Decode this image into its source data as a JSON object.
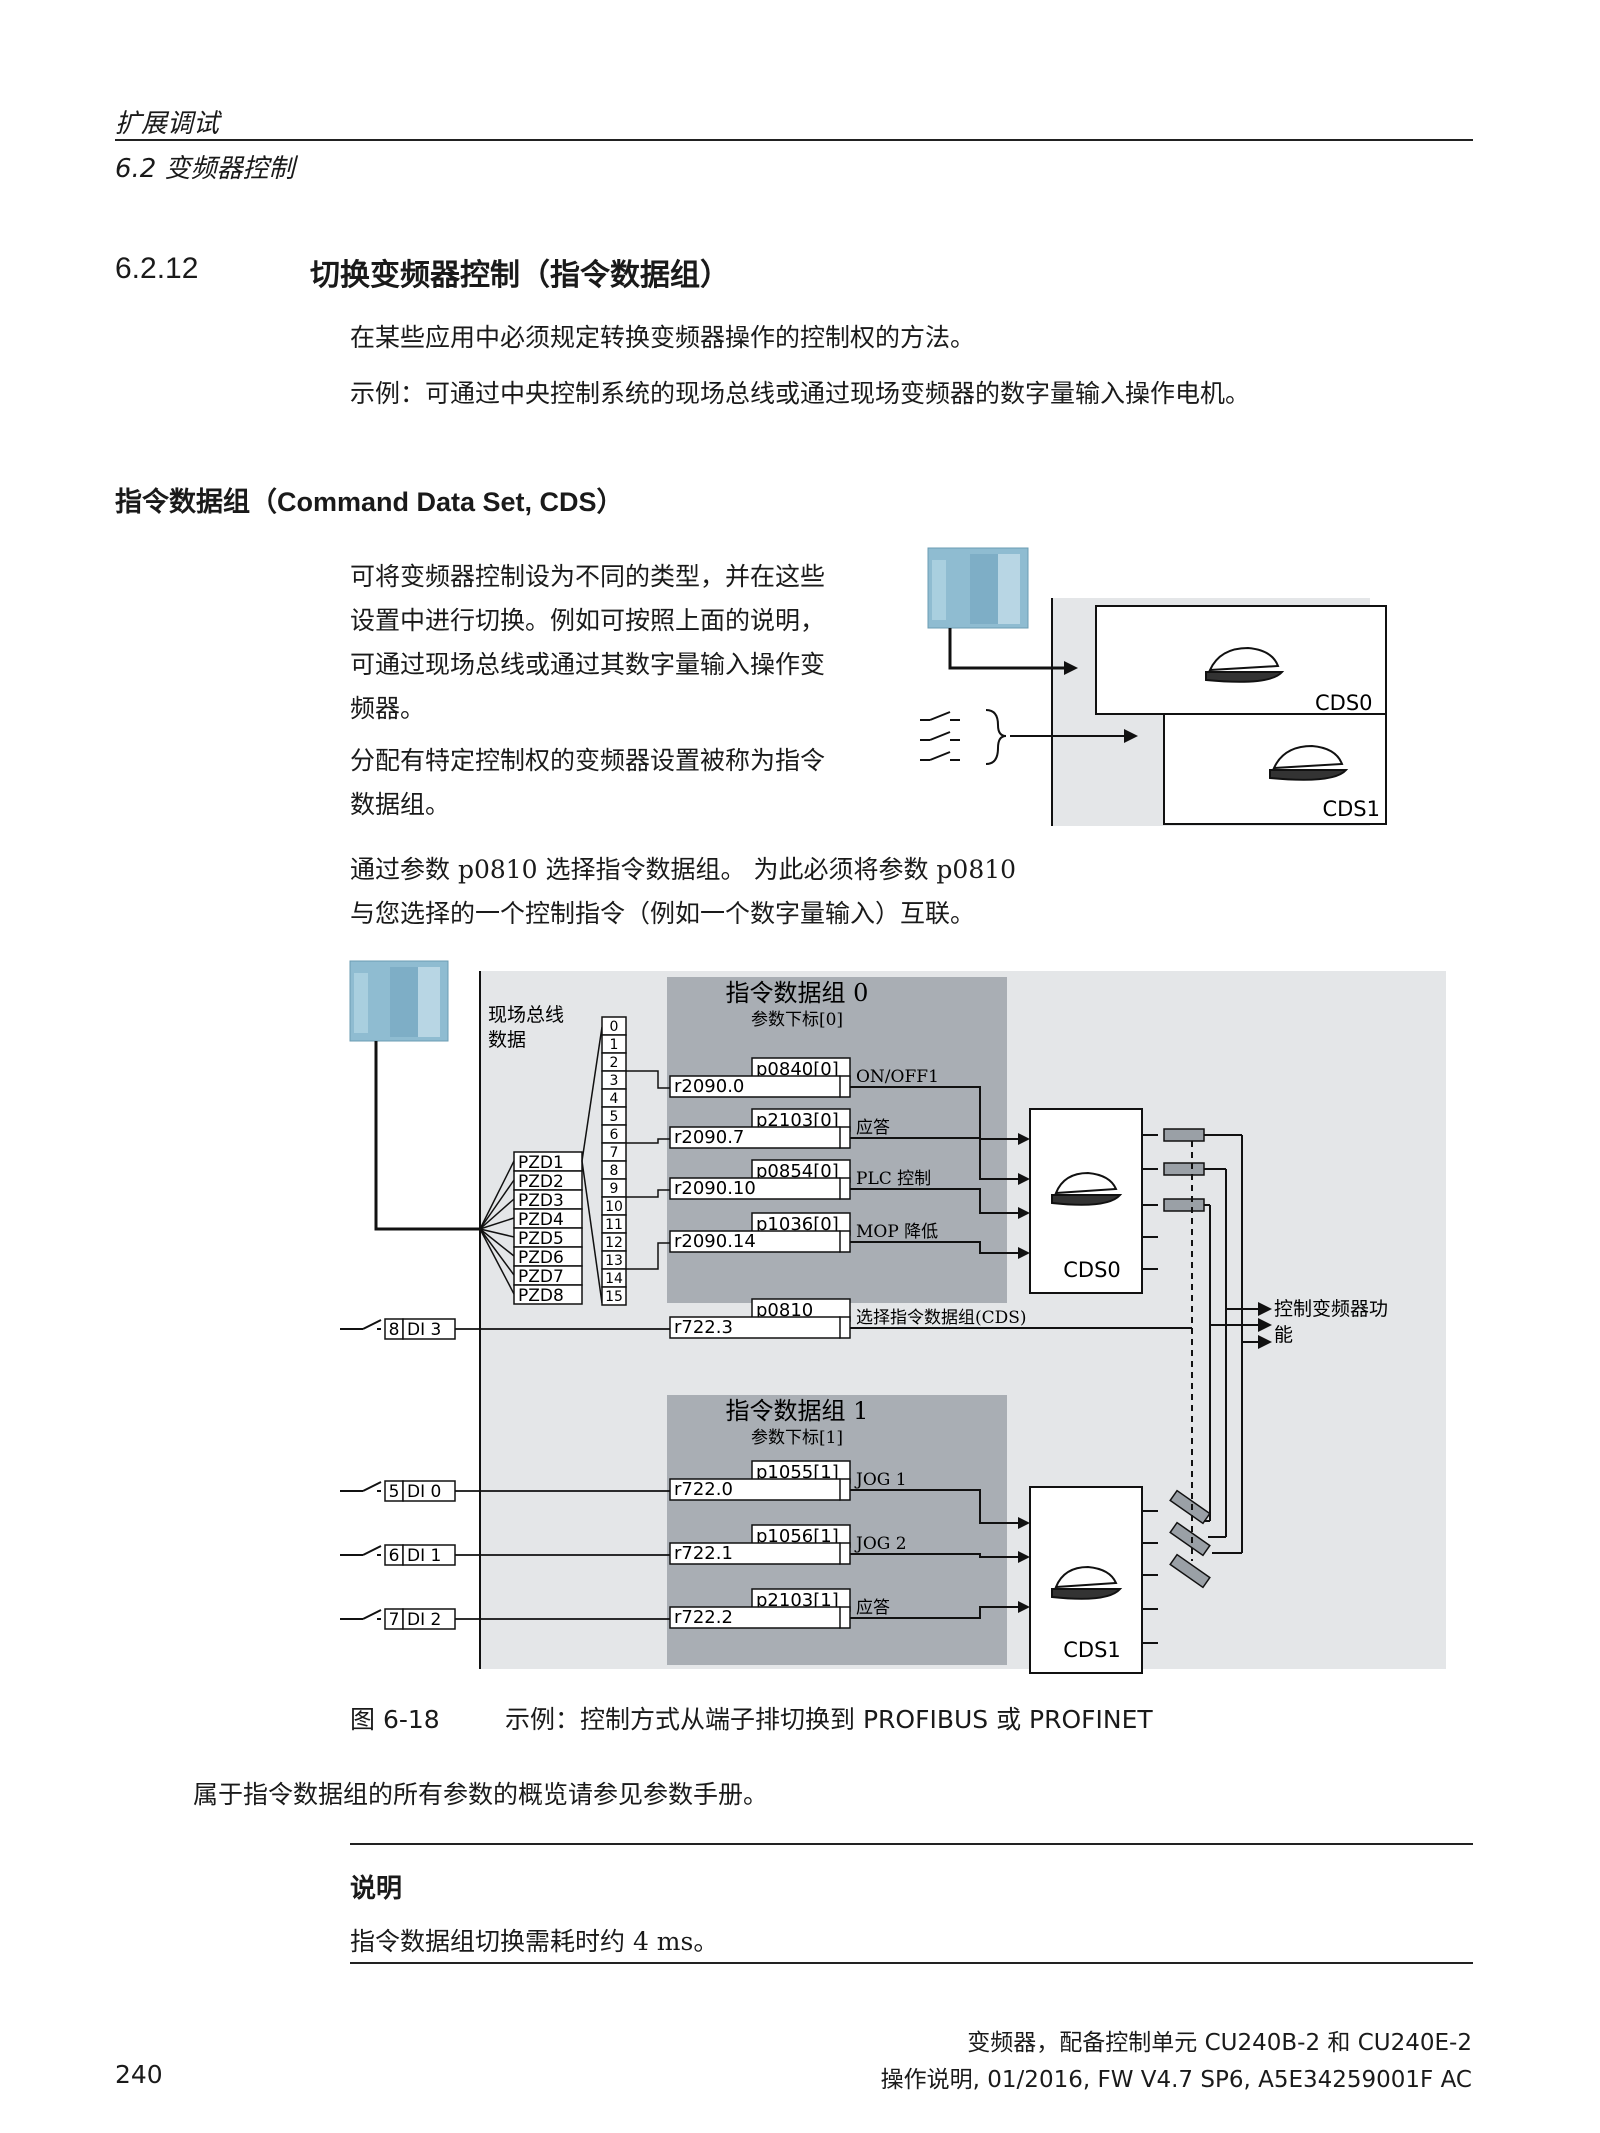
{
  "header": {
    "chapter": "扩展调试",
    "section": "6.2 变频器控制"
  },
  "section_heading": {
    "number": "6.2.12",
    "title": "切换变频器控制（指令数据组）"
  },
  "paragraphs": {
    "p1": "在某些应用中必须规定转换变频器操作的控制权的方法。",
    "p2": "示例：可通过中央控制系统的现场总线或通过现场变频器的数字量输入操作电机。"
  },
  "subheading": "指令数据组（Command Data Set, CDS）",
  "intro": {
    "lines1": [
      "可将变频器控制设为不同的类型，并在这些",
      "设置中进行切换。例如可按照上面的说明，",
      "可通过现场总线或通过其数字量输入操作变",
      "频器。"
    ],
    "lines2": [
      "分配有特定控制权的变频器设置被称为指令",
      "数据组。"
    ]
  },
  "small_diagram": {
    "cds0": "CDS0",
    "cds1": "CDS1"
  },
  "p0810_text": {
    "line1": "通过参数 p0810 选择指令数据组。 为此必须将参数 p0810",
    "line2": "与您选择的一个控制指令（例如一个数字量输入）互联。"
  },
  "figure": {
    "fieldbus_label": [
      "现场总线",
      "数据"
    ],
    "cds0_group_title": "指令数据组 0",
    "cds0_group_sub": "参数下标[0]",
    "cds1_group_title": "指令数据组 1",
    "cds1_group_sub": "参数下标[1]",
    "bits": [
      "0",
      "1",
      "2",
      "3",
      "4",
      "5",
      "6",
      "7",
      "8",
      "9",
      "10",
      "11",
      "12",
      "13",
      "14",
      "15"
    ],
    "pzd": [
      "PZD1",
      "PZD2",
      "PZD3",
      "PZD4",
      "PZD5",
      "PZD6",
      "PZD7",
      "PZD8"
    ],
    "cds0_rows": [
      {
        "param": "p0840[0]",
        "src": "r2090.0",
        "func": "ON/OFF1"
      },
      {
        "param": "p2103[0]",
        "src": "r2090.7",
        "func": "应答"
      },
      {
        "param": "p0854[0]",
        "src": "r2090.10",
        "func": "PLC 控制"
      },
      {
        "param": "p1036[0]",
        "src": "r2090.14",
        "func": "MOP 降低"
      }
    ],
    "select_row": {
      "terminal": "8",
      "di": "DI 3",
      "src": "r722.3",
      "param": "p0810",
      "func": "选择指令数据组(CDS)"
    },
    "cds1_rows": [
      {
        "terminal": "5",
        "di": "DI 0",
        "param": "p1055[1]",
        "src": "r722.0",
        "func": "JOG 1"
      },
      {
        "terminal": "6",
        "di": "DI 1",
        "param": "p1056[1]",
        "src": "r722.1",
        "func": "JOG 2"
      },
      {
        "terminal": "7",
        "di": "DI 2",
        "param": "p2103[1]",
        "src": "r722.2",
        "func": "应答"
      }
    ],
    "cds0_label": "CDS0",
    "cds1_label": "CDS1",
    "output_label": [
      "控制变频器功",
      "能"
    ]
  },
  "caption": {
    "number": "图 6-18",
    "text": "示例：控制方式从端子排切换到 PROFIBUS 或 PROFINET"
  },
  "overview": "属于指令数据组的所有参数的概览请参见参数手册。",
  "note": {
    "title": "说明",
    "text": "指令数据组切换需耗时约 4 ms。"
  },
  "footer": {
    "line1": "变频器，配备控制单元 CU240B-2 和 CU240E-2",
    "line2": "操作说明, 01/2016, FW V4.7 SP6, A5E34259001F AC",
    "page": "240"
  },
  "colors": {
    "panel": "#e4e6e8",
    "group": "#a9aeb4",
    "plc": "#8fbcd1",
    "line": "#111111"
  }
}
